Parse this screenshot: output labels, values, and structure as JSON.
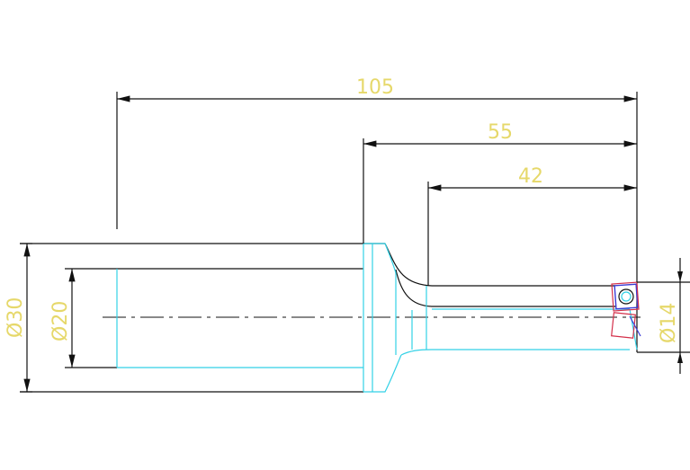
{
  "drawing": {
    "dimensions": {
      "overall_length": "105",
      "tip_section": "55",
      "shank_length": "42",
      "body_diameter": "Ø30",
      "bore_diameter": "Ø20",
      "tip_diameter": "Ø14"
    },
    "colors": {
      "background": "#ffffff",
      "dimension_text": "#e6d86a",
      "outline": "#111111",
      "hidden_edges": "#33d1e6",
      "insert_blue": "#3b3bd4",
      "insert_red": "#d4304a"
    }
  }
}
